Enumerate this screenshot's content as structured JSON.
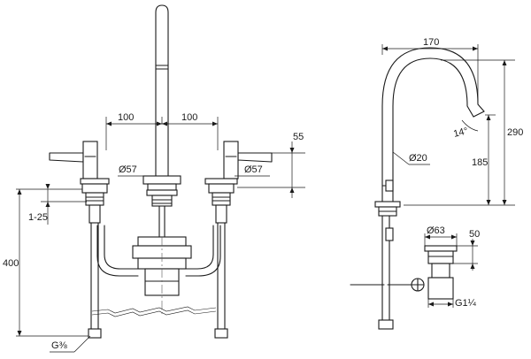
{
  "front_view": {
    "spacing_left": "100",
    "spacing_right": "100",
    "diameter_left": "Ø57",
    "diameter_right": "Ø57",
    "handle_height": "55",
    "deck_thickness": "1-25",
    "installation_depth": "400",
    "connection_thread": "G⅜"
  },
  "side_view": {
    "spout_reach": "170",
    "total_height": "290",
    "spout_height": "185",
    "spout_tilt": "14°",
    "spout_diameter": "Ø20",
    "drain_diameter": "Ø63",
    "drain_height": "50",
    "drain_thread": "G1¼"
  },
  "colors": {
    "line": "#1a1a1a",
    "background": "#ffffff"
  }
}
